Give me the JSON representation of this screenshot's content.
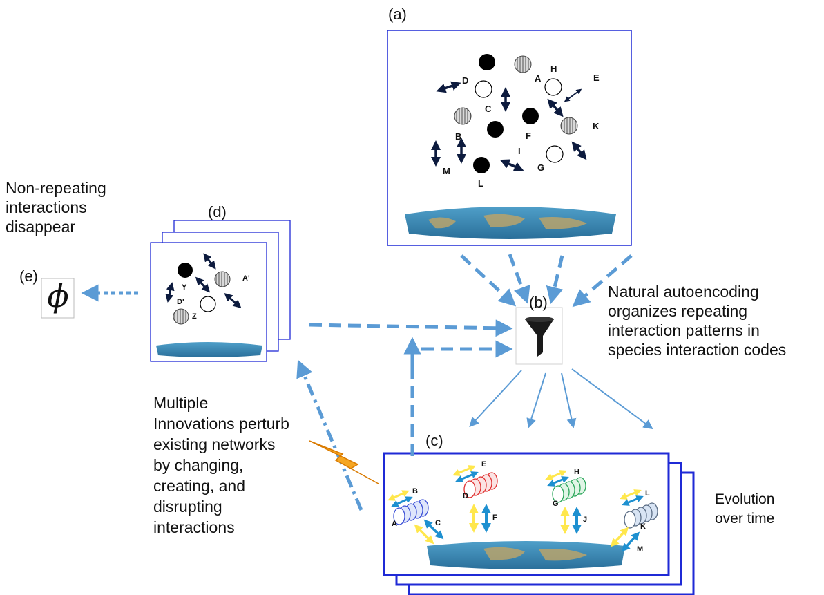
{
  "labels": {
    "a": "(a)",
    "b": "(b)",
    "c": "(c)",
    "d": "(d)",
    "e": "(e)"
  },
  "panel_a": {
    "species": [
      "D",
      "A",
      "H",
      "E",
      "C",
      "K",
      "F",
      "B",
      "I",
      "M",
      "G",
      "L"
    ]
  },
  "panel_d": {
    "species": [
      "A'",
      "Y",
      "D'",
      "Z"
    ]
  },
  "panel_c": {
    "species": [
      "B",
      "A",
      "C",
      "E",
      "D",
      "F",
      "H",
      "G",
      "J",
      "L",
      "K",
      "M"
    ]
  },
  "empty_set_symbol": "ϕ",
  "text": {
    "non_repeating": [
      "Non-repeating",
      "interactions",
      "disappear"
    ],
    "natural": [
      "Natural autoencoding",
      "organizes repeating",
      "interaction patterns  in",
      "species interaction codes"
    ],
    "multiple": [
      "Multiple",
      "Innovations perturb",
      "existing networks",
      "by changing,",
      "creating,  and",
      "disrupting",
      "interactions"
    ],
    "evolution": [
      "Evolution",
      "over time"
    ]
  },
  "colors": {
    "frame": "#1f2ad6",
    "arrow_blue": "#5b9bd5",
    "dark_arrow": "#0d1b3e",
    "lightning": "#f5a623"
  }
}
